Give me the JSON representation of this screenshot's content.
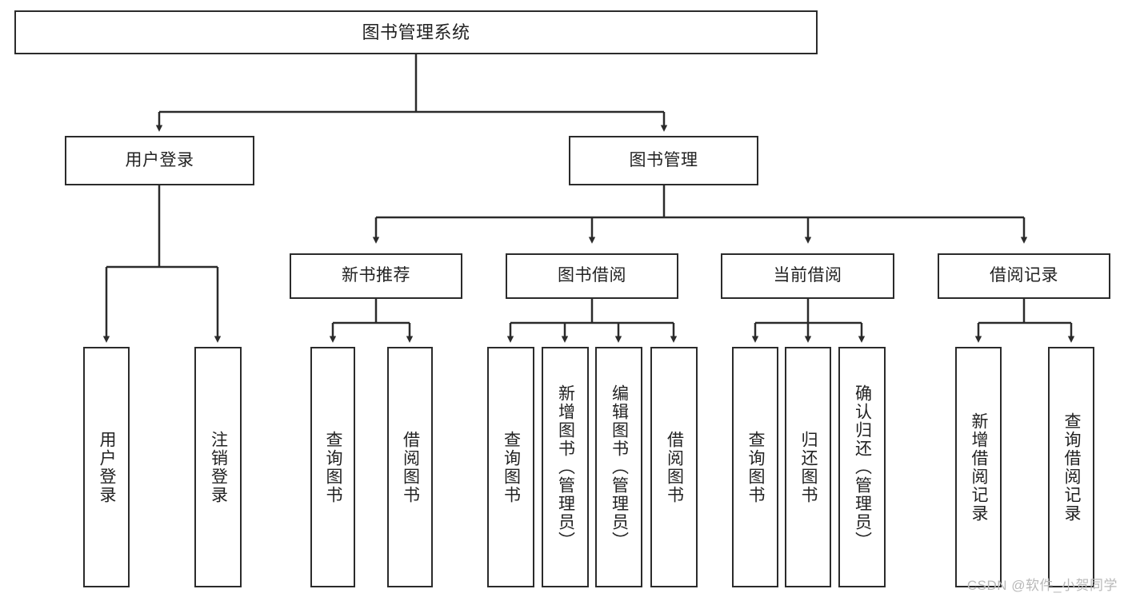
{
  "diagram": {
    "title": "图书管理系统",
    "type": "tree-hierarchy-diagram",
    "colors": {
      "box_border": "#2b2b2b",
      "box_fill": "#ffffff",
      "connector": "#2b2b2b",
      "background": "#ffffff",
      "watermark": "#b9b9b9"
    },
    "nodes": {
      "root": {
        "label": "图书管理系统"
      },
      "level2": [
        {
          "label": "用户登录"
        },
        {
          "label": "图书管理"
        }
      ],
      "level3": [
        {
          "label": "新书推荐"
        },
        {
          "label": "图书借阅"
        },
        {
          "label": "当前借阅"
        },
        {
          "label": "借阅记录"
        }
      ],
      "leaves_user_login": [
        {
          "label": "用户登录"
        },
        {
          "label": "注销登录"
        }
      ],
      "leaves_new_books": [
        {
          "label": "查询图书"
        },
        {
          "label": "借阅图书"
        }
      ],
      "leaves_borrow_books": [
        {
          "label": "查询图书"
        },
        {
          "label": "新增图书（管理员）"
        },
        {
          "label": "编辑图书（管理员）"
        },
        {
          "label": "借阅图书"
        }
      ],
      "leaves_current_borrow": [
        {
          "label": "查询图书"
        },
        {
          "label": "归还图书"
        },
        {
          "label": "确认归还（管理员）"
        }
      ],
      "leaves_borrow_records": [
        {
          "label": "新增借阅记录"
        },
        {
          "label": "查询借阅记录"
        }
      ]
    },
    "watermark": "CSDN @软件_小贺同学"
  }
}
